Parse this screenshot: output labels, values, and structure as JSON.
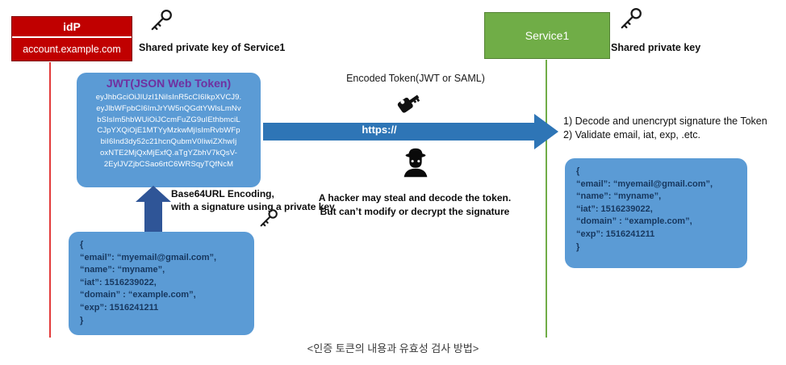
{
  "idp": {
    "title": "idP",
    "domain": "account.example.com",
    "key_caption": "Shared private key of Service1"
  },
  "service": {
    "title": "Service1",
    "key_caption": "Shared private key"
  },
  "jwt": {
    "title": "JWT(JSON Web Token)",
    "token_lines": [
      "eyJhbGciOiJIUzI1NiIsInR5cCI6IkpXVCJ9.",
      "eyJlbWFpbCI6ImJrYW5nQGdtYWlsLmNv",
      "bSIsIm5hbWUiOiJCcmFuZG9uIEthbmciL",
      "CJpYXQiOjE1MTYyMzkwMjIsImRvbWFp",
      "biI6Ind3dy52c21hcnQubmV0IiwiZXhwIj",
      "oxNTE2MjQxMjExfQ.aTgYZbhV7kQsV-",
      "2EylJVZjbCSao6rtC6WRSqyTQfNcM"
    ]
  },
  "flow": {
    "encoded_token_label": "Encoded Token(JWT or SAML)",
    "protocol": "https://",
    "hacker_line1": "A hacker may steal and decode the token.",
    "hacker_line2": "But can’t modify or decrypt the signature"
  },
  "decode": {
    "step1": "1) Decode and unencrypt signature the Token",
    "step2": "2) Validate email, iat, exp, .etc."
  },
  "encoding": {
    "line1": "Base64URL Encoding,",
    "line2": "with a signature using a private key"
  },
  "payload": {
    "lines": [
      "{",
      "“email”: “myemail@gmail.com”,",
      "“name”: “myname”,",
      "“iat”: 1516239022,",
      "“domain” : “example.com”,",
      "“exp”: 1516241211",
      "}"
    ]
  },
  "caption": "<인증 토큰의 내용과 유효성 검사 방법>",
  "colors": {
    "idp_red": "#C00000",
    "service_green": "#70AD47",
    "box_blue": "#5B9BD5",
    "arrow_blue": "#2E75B6",
    "up_arrow_blue": "#2F5597",
    "jwt_title_purple": "#7030A0"
  }
}
